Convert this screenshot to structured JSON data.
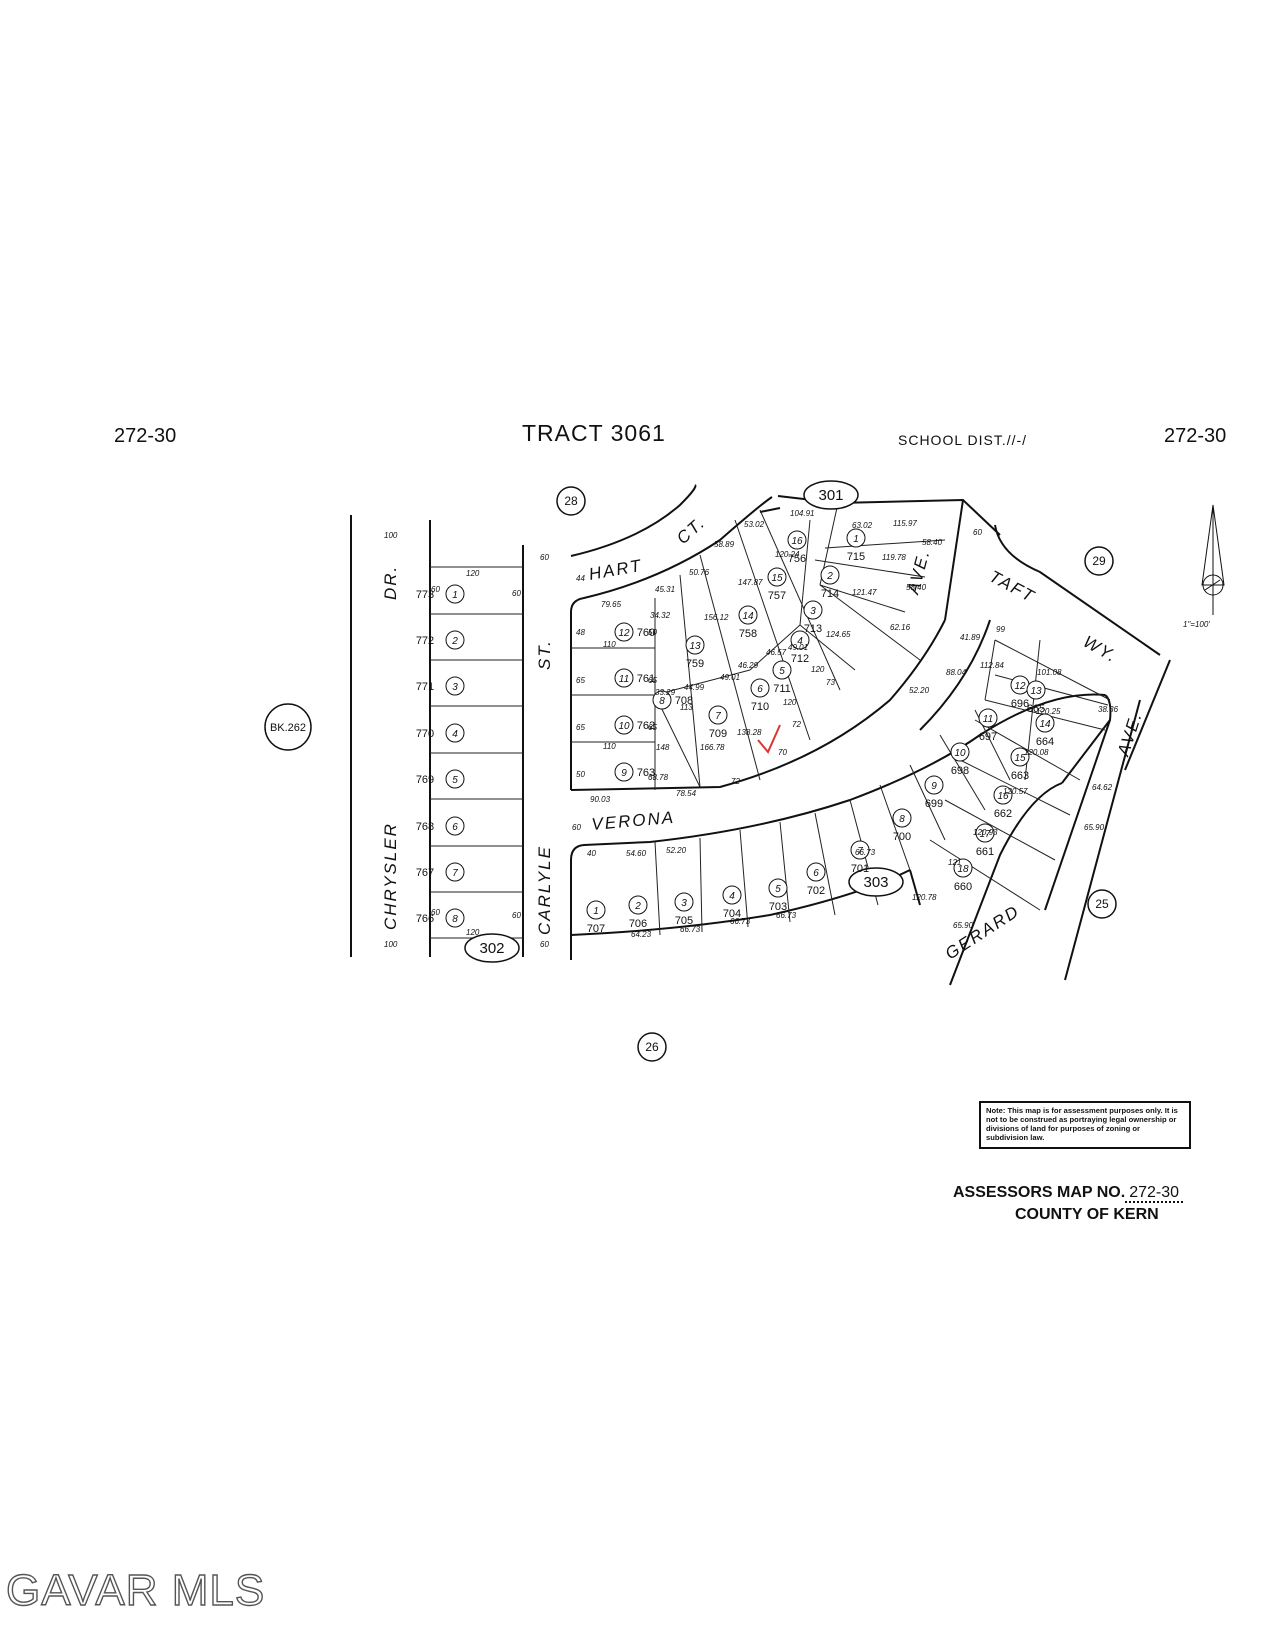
{
  "header": {
    "map_id_left": "272-30",
    "map_id_right": "272-30",
    "tract": "TRACT 3061",
    "school_district": "SCHOOL DIST.//-/"
  },
  "streets": {
    "chrysler": "CHRYSLER",
    "chrysler_dr": "DR.",
    "carlyle": "CARLYLE",
    "carlyle_st": "ST.",
    "hart": "HART",
    "hart_ct": "CT.",
    "verona": "VERONA",
    "ave_right": "AVE.",
    "taft": "TAFT",
    "taft_wy": "WY.",
    "gerard": "GERARD",
    "gerard_ave": "AVE."
  },
  "block_numbers": {
    "b28": "28",
    "b29": "29",
    "b25": "25",
    "b26": "26",
    "b301": "301",
    "b302": "302",
    "b303": "303",
    "bk": "BK.262"
  },
  "chrysler_lots": [
    {
      "parcel": "773",
      "lot": "1"
    },
    {
      "parcel": "772",
      "lot": "2"
    },
    {
      "parcel": "771",
      "lot": "3"
    },
    {
      "parcel": "770",
      "lot": "4"
    },
    {
      "parcel": "769",
      "lot": "5"
    },
    {
      "parcel": "768",
      "lot": "6"
    },
    {
      "parcel": "767",
      "lot": "7"
    },
    {
      "parcel": "766",
      "lot": "8"
    }
  ],
  "carlyle_lots": [
    {
      "parcel": "760",
      "lot": "12"
    },
    {
      "parcel": "761",
      "lot": "11"
    },
    {
      "parcel": "762",
      "lot": "10"
    },
    {
      "parcel": "763",
      "lot": "9"
    },
    {
      "parcel": "708",
      "lot": "8"
    }
  ],
  "hart_lots": [
    {
      "parcel": "759",
      "lot": "13"
    },
    {
      "parcel": "709",
      "lot": "7"
    },
    {
      "parcel": "758",
      "lot": "14"
    },
    {
      "parcel": "710",
      "lot": "6"
    },
    {
      "parcel": "757",
      "lot": "15"
    },
    {
      "parcel": "711",
      "lot": "5"
    },
    {
      "parcel": "756",
      "lot": "16"
    },
    {
      "parcel": "712",
      "lot": "4"
    },
    {
      "parcel": "713",
      "lot": "3"
    },
    {
      "parcel": "714",
      "lot": "2"
    },
    {
      "parcel": "715",
      "lot": "1"
    }
  ],
  "verona_lots": [
    {
      "parcel": "707",
      "lot": "1"
    },
    {
      "parcel": "706",
      "lot": "2"
    },
    {
      "parcel": "705",
      "lot": "3"
    },
    {
      "parcel": "704",
      "lot": "4"
    },
    {
      "parcel": "703",
      "lot": "5"
    },
    {
      "parcel": "702",
      "lot": "6"
    },
    {
      "parcel": "701",
      "lot": "7"
    },
    {
      "parcel": "700",
      "lot": "8"
    },
    {
      "parcel": "699",
      "lot": "9"
    },
    {
      "parcel": "698",
      "lot": "10"
    },
    {
      "parcel": "697",
      "lot": "11"
    },
    {
      "parcel": "696",
      "lot": "12"
    }
  ],
  "gerard_lots": [
    {
      "parcel": "665",
      "lot": "13"
    },
    {
      "parcel": "664",
      "lot": "14"
    },
    {
      "parcel": "663",
      "lot": "15"
    },
    {
      "parcel": "662",
      "lot": "16"
    },
    {
      "parcel": "661",
      "lot": "17"
    },
    {
      "parcel": "660",
      "lot": "18"
    }
  ],
  "dimensions": {
    "d100a": "100",
    "d100b": "100",
    "d120a": "120",
    "d120b": "120",
    "d60a": "60",
    "d60b": "60",
    "d60c": "60",
    "d60d": "60",
    "d60e": "60",
    "d60f": "60",
    "d60g": "60",
    "d60h": "60",
    "d7965": "79.65",
    "d3432": "34.32",
    "d110a": "110",
    "d110b": "110",
    "d48": "48",
    "d50a": "50",
    "d65a": "65",
    "d65b": "65",
    "d65c": "65",
    "d65d": "65",
    "d50b": "50",
    "d9003": "90.03",
    "d7854": "78.54",
    "d148": "148",
    "d6878": "68.78",
    "d72a": "72",
    "d72b": "72",
    "d70": "70",
    "d73": "73",
    "d4531": "45.31",
    "d5076": "50.76",
    "d5889": "58.89",
    "d5302": "53.02",
    "d10491": "104.91",
    "d11597": "115.97",
    "d6302": "63.02",
    "d12024": "120.24",
    "d12147": "121.47",
    "d11978": "119.78",
    "d5840a": "58.40",
    "d5840b": "58.40",
    "d12465": "124.65",
    "d6216": "62.16",
    "d14787": "147.87",
    "d15612": "156.12",
    "d4657": "46.57",
    "d4901a": "49.01",
    "d4901b": "49.01",
    "d3329": "33.29",
    "d4499": "44.99",
    "d13828": "138.28",
    "d16678": "166.78",
    "d113": "113",
    "d120c": "120",
    "d120d": "120",
    "d4629": "46.29",
    "d40": "40",
    "d5460": "54.60",
    "d5220a": "52.20",
    "d5220b": "52.20",
    "d6423": "64.23",
    "d6673a": "66.73",
    "d6673b": "66.73",
    "d6673c": "66.73",
    "d6673d": "66.73",
    "d8804": "88.04",
    "d4189": "41.89",
    "d99": "99",
    "d11284": "112.84",
    "d10108": "101.08",
    "d12025": "120.25",
    "d3836": "38.36",
    "d12008": "120.08",
    "d12057": "120.57",
    "d12093": "120.93",
    "d121": "121",
    "d12078": "120.78",
    "d6590a": "65.90",
    "d6590b": "65.90",
    "d6462": "64.62",
    "d44": "44"
  },
  "scale": "1\"=100'",
  "note": "Note: This map is for assessment purposes only. It is not to be construed as portraying legal ownership or divisions of land for purposes of zoning or subdivision law.",
  "assessor": {
    "label": "ASSESSORS MAP NO.",
    "number": "272-30",
    "county": "COUNTY OF KERN"
  },
  "watermark": "GAVAR MLS"
}
